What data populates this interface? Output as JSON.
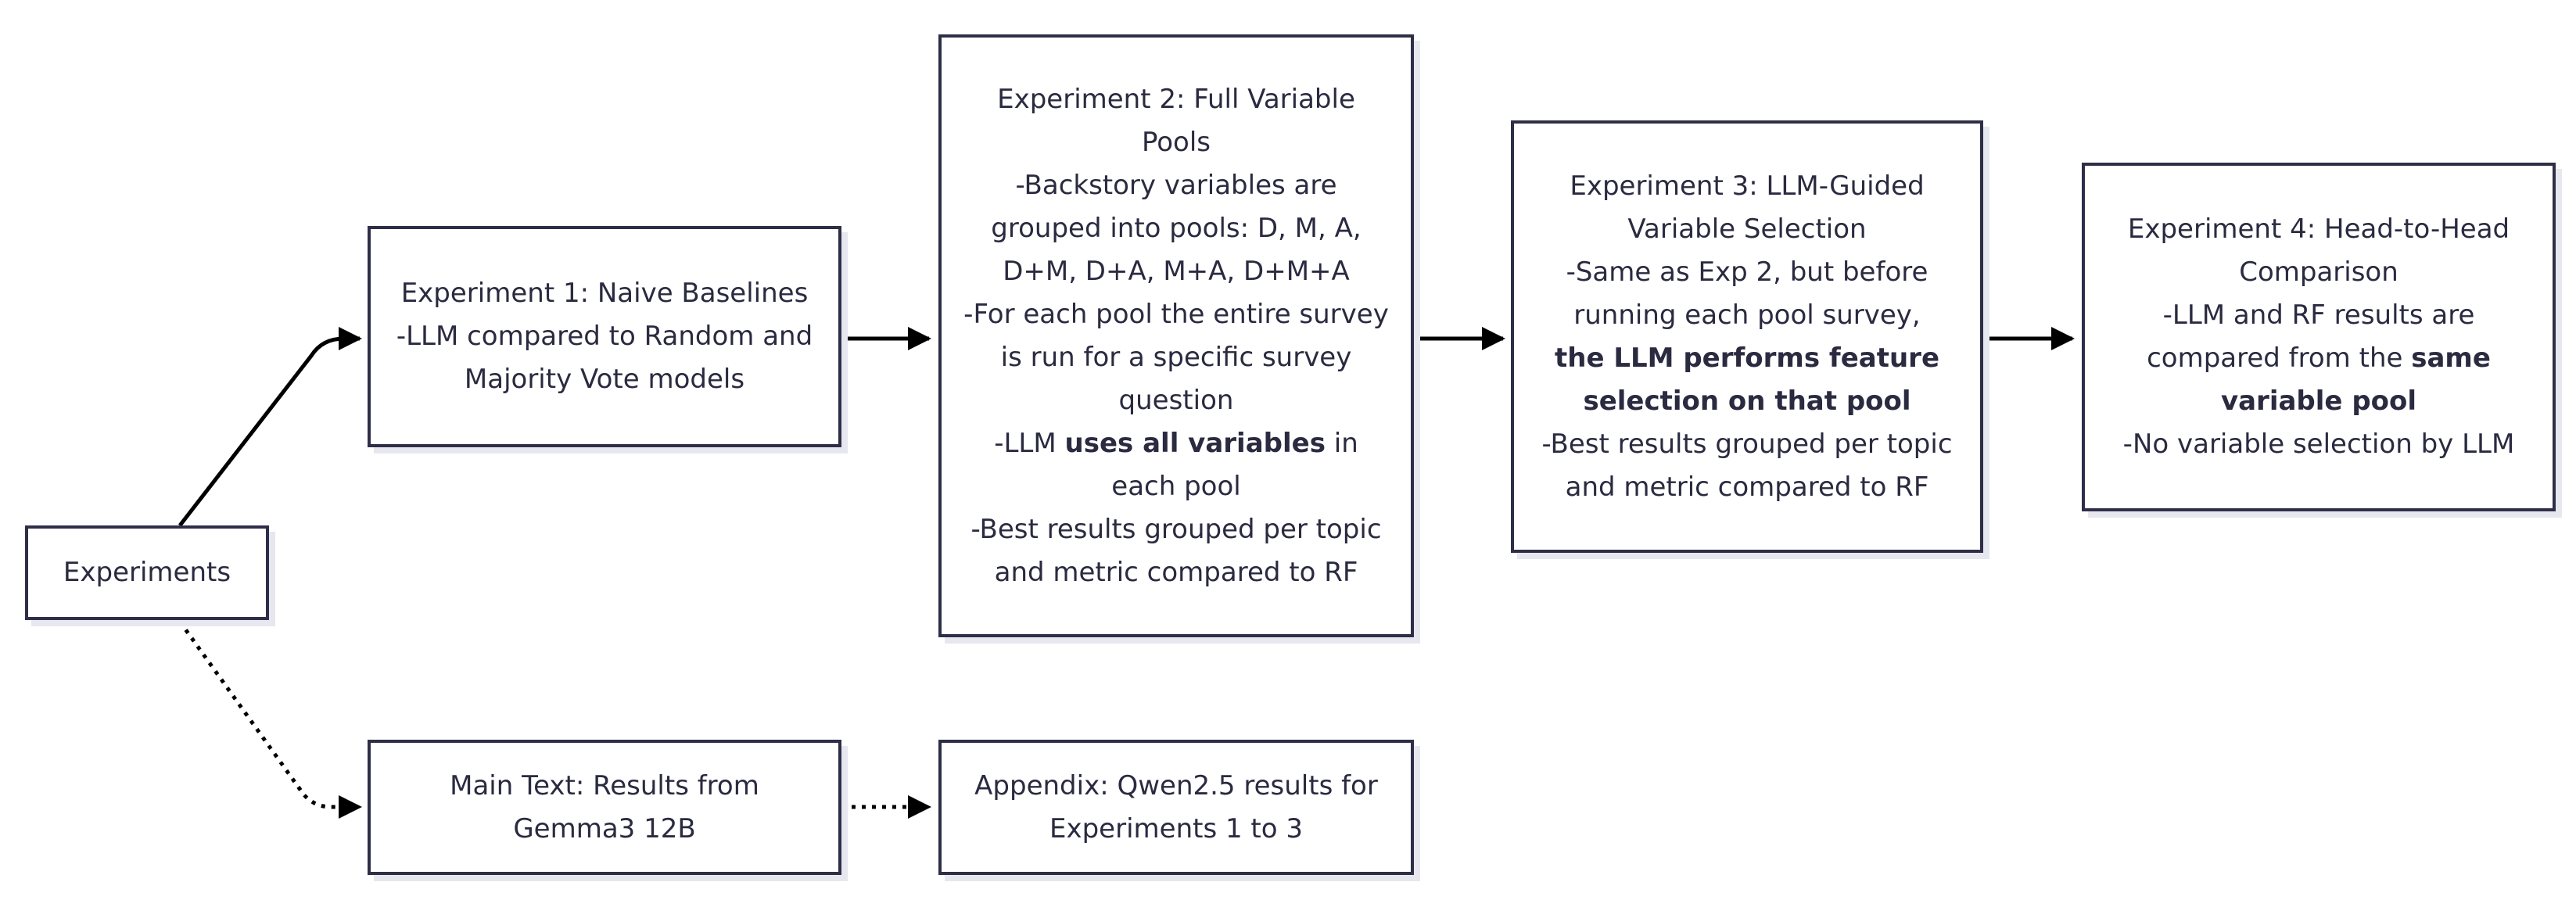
{
  "nodes": {
    "root": {
      "label": "Experiments"
    },
    "exp1": {
      "title": "Experiment 1: Naive Baselines",
      "line1": "-LLM compared to Random and Majority Vote models"
    },
    "exp2": {
      "title": "Experiment 2: Full Variable Pools",
      "line1": "-Backstory variables are grouped into pools: D, M, A, D+M, D+A, M+A, D+M+A",
      "line2": "-For each pool the entire survey is run for a specific survey question",
      "line3_pre": "-LLM ",
      "line3_bold": "uses all variables",
      "line3_post": " in each pool",
      "line4": "-Best results grouped per topic and metric compared to RF"
    },
    "exp3": {
      "title": "Experiment 3: LLM-Guided Variable Selection",
      "line1": "-Same as Exp 2, but before running each pool survey,",
      "line2_bold": "the LLM performs feature selection on that pool",
      "line3": "-Best results grouped per topic and metric compared to RF"
    },
    "exp4": {
      "title": "Experiment 4: Head-to-Head Comparison",
      "line1_pre": "-LLM and RF results are compared from the ",
      "line1_bold": "same variable pool",
      "line2": "-No variable selection by LLM"
    },
    "main": {
      "label": "Main Text: Results from Gemma3 12B"
    },
    "appendix": {
      "label": "Appendix: Qwen2.5 results for Experiments 1 to 3"
    }
  },
  "colors": {
    "line": "#000000",
    "border": "#2e2e48",
    "text": "#2a2a40",
    "shadow": "#e7e7ef"
  }
}
